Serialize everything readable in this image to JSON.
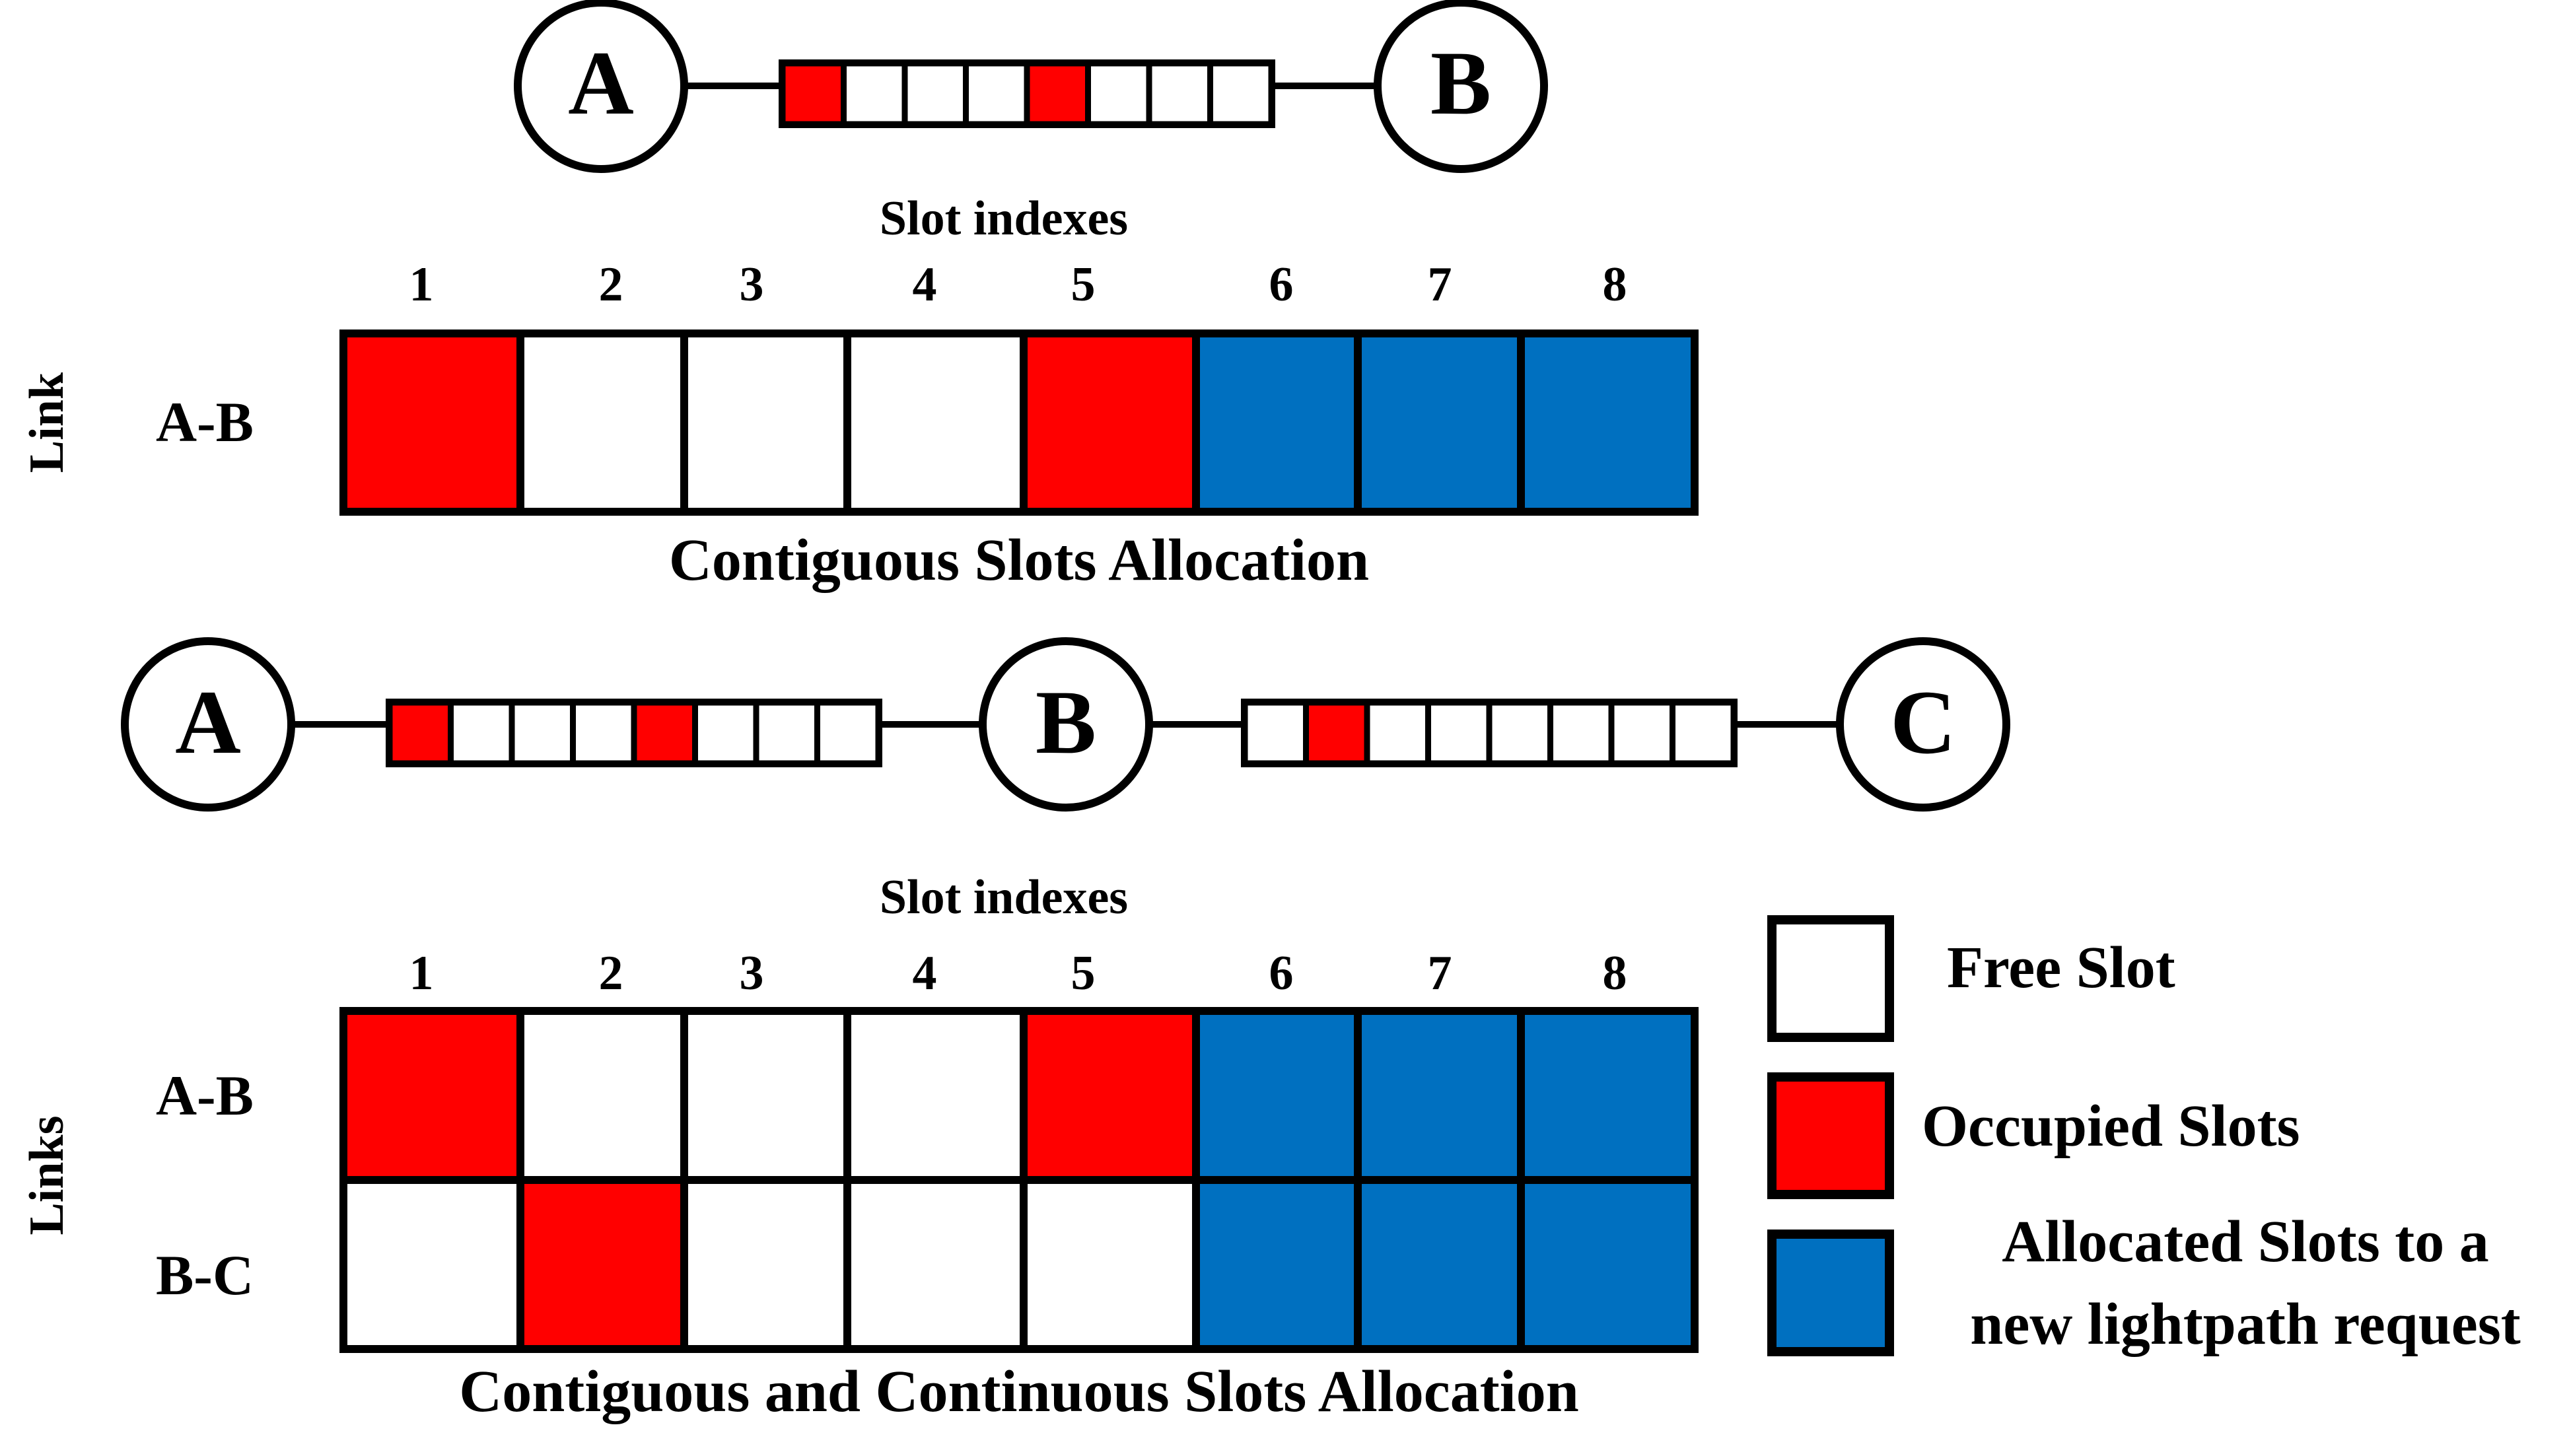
{
  "colors": {
    "free": "#ffffff",
    "occupied": "#ff0000",
    "allocated": "#0070c0",
    "stroke": "#000000"
  },
  "top_section": {
    "nodes": [
      "A",
      "B"
    ],
    "link_slots": [
      "occupied",
      "free",
      "free",
      "free",
      "occupied",
      "free",
      "free",
      "free"
    ],
    "slot_axis_title": "Slot indexes",
    "slot_indexes": [
      "1",
      "2",
      "3",
      "4",
      "5",
      "6",
      "7",
      "8"
    ],
    "row_axis_title": "Link",
    "rows": [
      {
        "label": "A-B",
        "slots": [
          "occupied",
          "free",
          "free",
          "free",
          "occupied",
          "allocated",
          "allocated",
          "allocated"
        ]
      }
    ],
    "caption": "Contiguous Slots Allocation"
  },
  "bottom_section": {
    "nodes": [
      "A",
      "B",
      "C"
    ],
    "link_ab_slots": [
      "occupied",
      "free",
      "free",
      "free",
      "occupied",
      "free",
      "free",
      "free"
    ],
    "link_bc_slots": [
      "free",
      "occupied",
      "free",
      "free",
      "free",
      "free",
      "free",
      "free"
    ],
    "slot_axis_title": "Slot indexes",
    "slot_indexes": [
      "1",
      "2",
      "3",
      "4",
      "5",
      "6",
      "7",
      "8"
    ],
    "row_axis_title": "Links",
    "rows": [
      {
        "label": "A-B",
        "slots": [
          "occupied",
          "free",
          "free",
          "free",
          "occupied",
          "allocated",
          "allocated",
          "allocated"
        ]
      },
      {
        "label": "B-C",
        "slots": [
          "free",
          "occupied",
          "free",
          "free",
          "free",
          "allocated",
          "allocated",
          "allocated"
        ]
      }
    ],
    "caption": "Contiguous and Continuous Slots Allocation"
  },
  "legend": {
    "free_label": "Free Slot",
    "occupied_label": "Occupied Slots",
    "allocated_label_line1": "Allocated Slots to a",
    "allocated_label_line2": "new lightpath request"
  }
}
